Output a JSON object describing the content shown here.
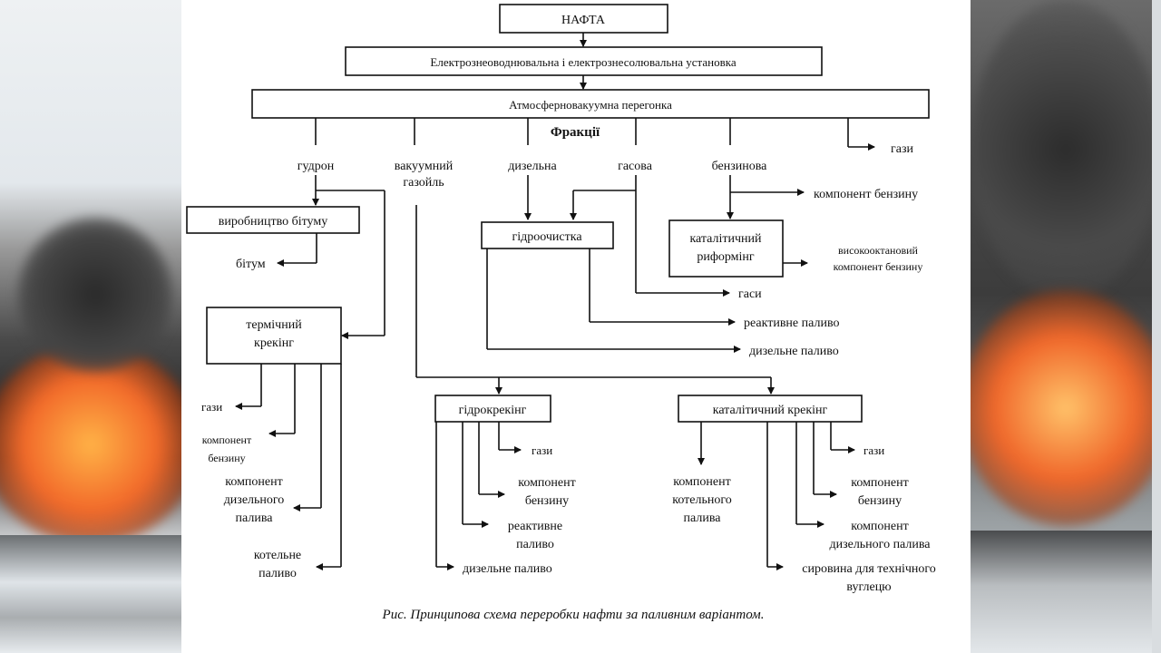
{
  "diagram": {
    "top": {
      "nafta": "НАФТА",
      "desalting": "Електрознеоводнювальна і електрознесолювальна установка",
      "distillation": "Атмосферновакуумна перегонка",
      "fractions": "Фракції"
    },
    "fraction_labels": {
      "gudron": "гудрон",
      "vac_gasoil_1": "вакуумний",
      "vac_gasoil_2": "газойль",
      "diesel": "дизельна",
      "gas": "гасова",
      "gasoline": "бензинова",
      "gases": "гази"
    },
    "boxes": {
      "bitumen_prod": "виробництво бітуму",
      "hydrotreat": "гідроочистка",
      "reforming_1": "каталітичний",
      "reforming_2": "риформінг",
      "thermal_1": "термічний",
      "thermal_2": "крекінг",
      "hydrocrack": "гідрокрекінг",
      "cat_crack": "каталітичний крекінг"
    },
    "outputs": {
      "gasoline_component": "компонент бензину",
      "high_octane_1": "високооктановий",
      "high_octane_2": "компонент бензину",
      "bitumen": "бітум",
      "kerosene": "гаси",
      "jet_fuel": "реактивне паливо",
      "diesel_fuel": "дизельне паливо",
      "thermal_gases": "гази",
      "thermal_gasoline_1": "компонент",
      "thermal_gasoline_2": "бензину",
      "thermal_diesel_1": "компонент",
      "thermal_diesel_2": "дизельного",
      "thermal_diesel_3": "палива",
      "thermal_boiler_1": "котельне",
      "thermal_boiler_2": "паливо",
      "hc_gases": "гази",
      "hc_gasoline_1": "компонент",
      "hc_gasoline_2": "бензину",
      "hc_jet_1": "реактивне",
      "hc_jet_2": "паливо",
      "hc_diesel": "дизельне паливо",
      "cc_boiler_1": "компонент",
      "cc_boiler_2": "котельного",
      "cc_boiler_3": "палива",
      "cc_gases": "гази",
      "cc_gasoline_1": "компонент",
      "cc_gasoline_2": "бензину",
      "cc_diesel_1": "компонент",
      "cc_diesel_2": "дизельного палива",
      "cc_carbon_1": "сировина для технічного",
      "cc_carbon_2": "вуглецю"
    },
    "caption": "Рис. Принципова схема переробки нафти за паливним варіантом."
  },
  "colors": {
    "paper": "#ffffff",
    "ink": "#111111",
    "fire": "#e8642a",
    "smoke": "#3a3a3a"
  }
}
